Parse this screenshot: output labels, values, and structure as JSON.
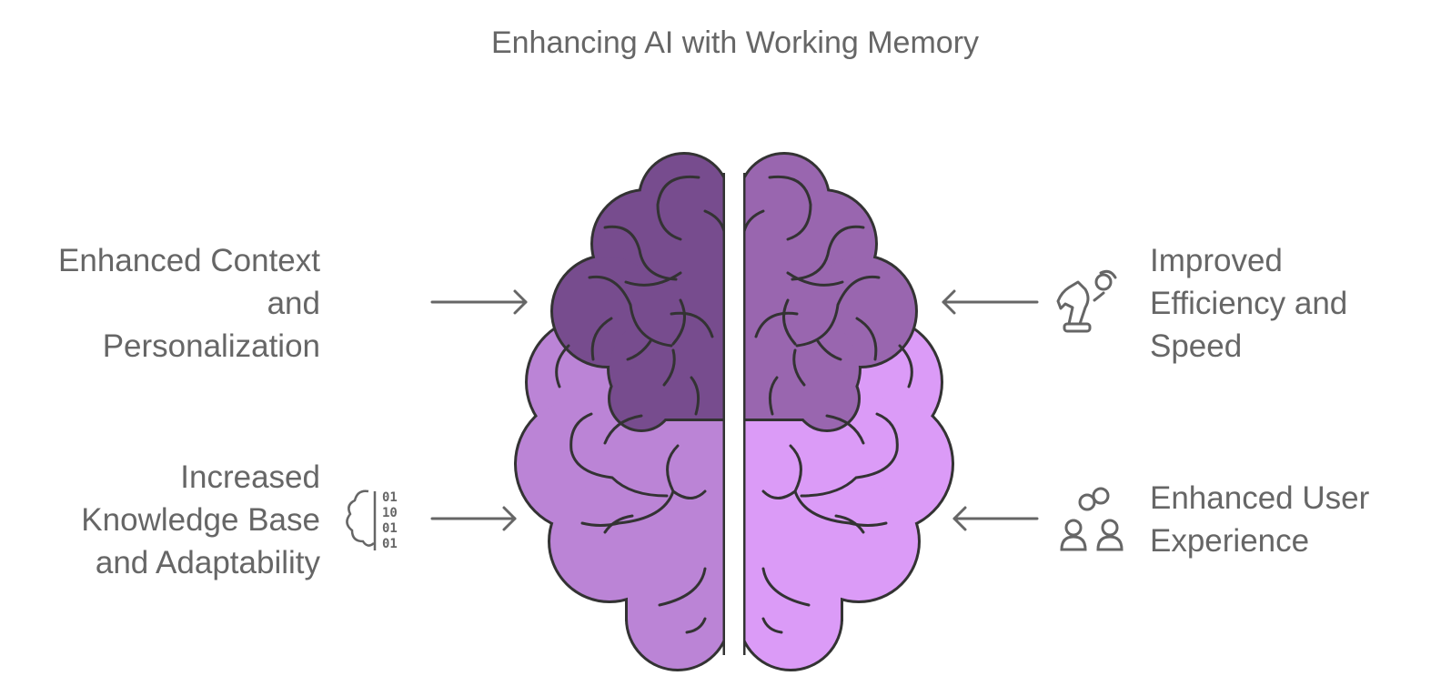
{
  "title": "Enhancing AI with Working Memory",
  "items": [
    {
      "id": "context",
      "lines": [
        "Enhanced Context",
        "and",
        "Personalization"
      ],
      "side": "left",
      "icon": "none"
    },
    {
      "id": "knowledge",
      "lines": [
        "Increased",
        "Knowledge Base",
        "and Adaptability"
      ],
      "side": "left",
      "icon": "brain-binary-icon",
      "icon_text": [
        "01",
        "10",
        "01",
        "01"
      ]
    },
    {
      "id": "efficiency",
      "lines": [
        "Improved",
        "Efficiency and",
        "Speed"
      ],
      "side": "right",
      "icon": "chess-knight-icon"
    },
    {
      "id": "ux",
      "lines": [
        "Enhanced User",
        "Experience"
      ],
      "side": "right",
      "icon": "users-link-icon"
    }
  ],
  "colors": {
    "left_top": "#774C8E",
    "left_bottom": "#BB84D6",
    "right_top": "#9966AF",
    "right_bottom": "#DB9BF7",
    "outline": "#333333",
    "text": "#666666"
  }
}
